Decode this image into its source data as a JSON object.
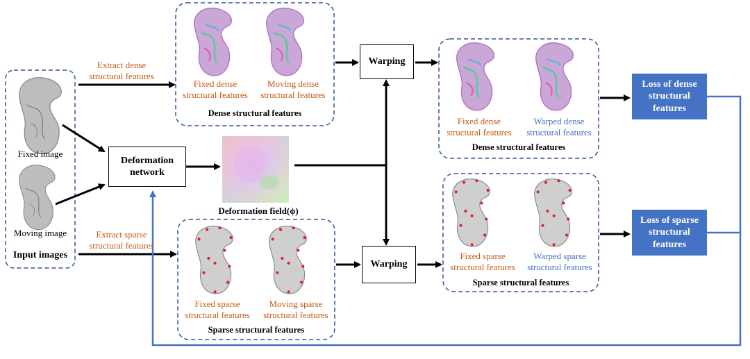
{
  "input_images": {
    "fixed_label": "Fixed image",
    "moving_label": "Moving image",
    "group_title": "Input images"
  },
  "edges": {
    "extract_dense": "Extract dense\nstructural features",
    "extract_sparse": "Extract sparse\nstructural features"
  },
  "deformation": {
    "network_label": "Deformation\nnetwork",
    "field_label": "Deformation field(ϕ)"
  },
  "dense_group_1": {
    "fixed": "Fixed dense\nstructural features",
    "moving": "Moving dense\nstructural features",
    "title": "Dense structural features"
  },
  "sparse_group_1": {
    "fixed": "Fixed sparse\nstructural features",
    "moving": "Moving sparse\nstructural features",
    "title": "Sparse structural features"
  },
  "warping": {
    "top": "Warping",
    "bottom": "Warping"
  },
  "dense_group_2": {
    "fixed": "Fixed dense\nstructural features",
    "warped": "Warped dense\nstructural features",
    "title": "Dense structural features"
  },
  "sparse_group_2": {
    "fixed": "Fixed sparse\nstructural features",
    "warped": "Warped sparse\nstructural features",
    "title": "Sparse structural features"
  },
  "loss": {
    "dense": "Loss of dense\nstructural\nfeatures",
    "sparse": "Loss of sparse\nstructural\nfeatures"
  },
  "colors": {
    "accent_blue": "#4472c4",
    "dashed_border": "#2f5597",
    "orange_text": "#c55a11",
    "arrow": "#000000"
  }
}
